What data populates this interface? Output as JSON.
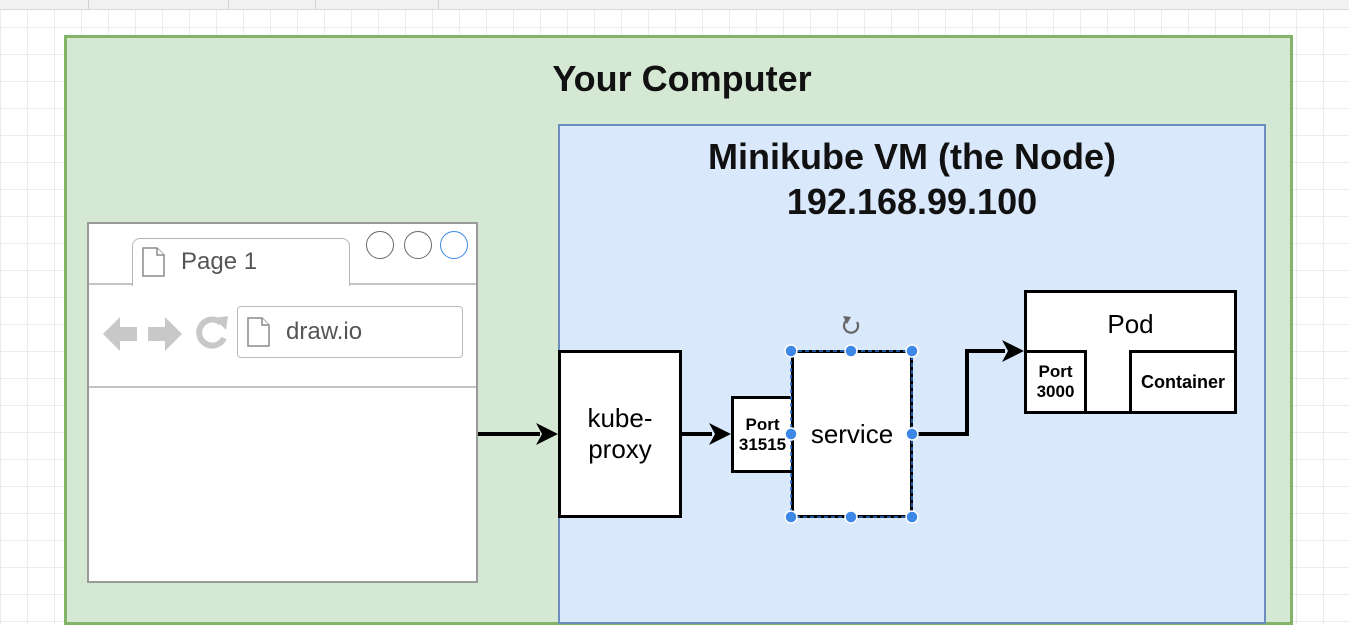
{
  "computer": {
    "title": "Your Computer"
  },
  "vm": {
    "title_line1": "Minikube VM (the Node)",
    "title_line2": "192.168.99.100"
  },
  "browser": {
    "tab_label": "Page 1",
    "url": "draw.io",
    "icons": [
      "page-icon",
      "back-arrow-icon",
      "forward-arrow-icon",
      "reload-icon",
      "window-control-icon"
    ]
  },
  "nodes": {
    "kube_proxy_line1": "kube-",
    "kube_proxy_line2": "proxy",
    "port_service_line1": "Port",
    "port_service_line2": "31515",
    "service": "service",
    "pod": "Pod",
    "port_pod_line1": "Port",
    "port_pod_line2": "3000",
    "container": "Container"
  },
  "colors": {
    "computer_fill": "#d5e8d4",
    "computer_stroke": "#82b366",
    "vm_fill": "#dae8fc",
    "vm_stroke": "#6c8ebf",
    "selection_handle": "#3d88e6"
  }
}
